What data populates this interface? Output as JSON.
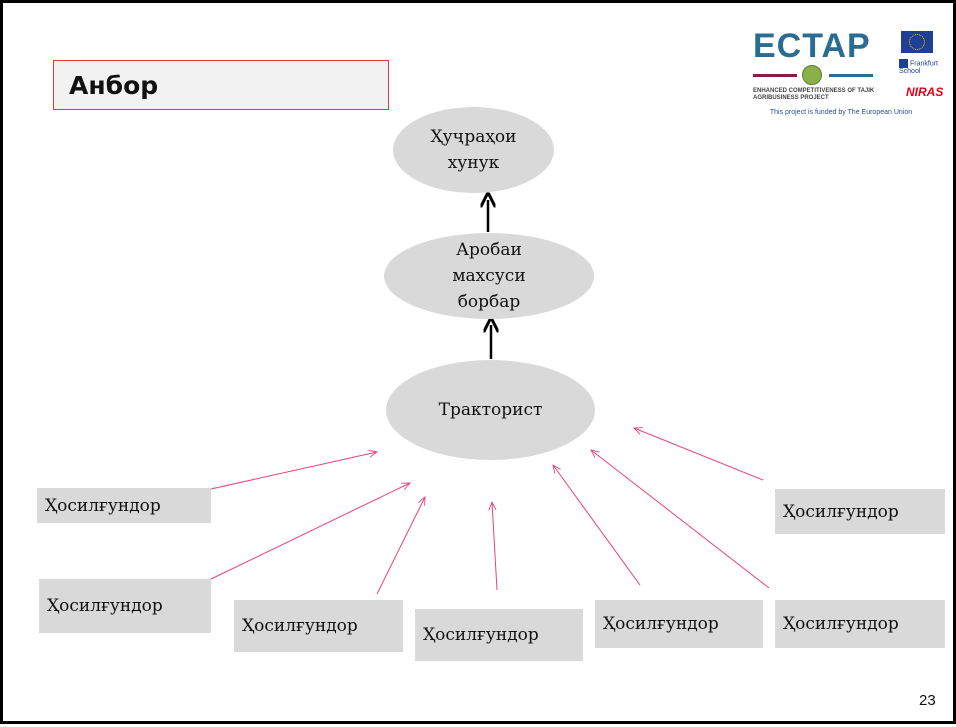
{
  "slide": {
    "title": "Анбор",
    "page_number": "23"
  },
  "logo": {
    "brand": "ECTAP",
    "subtitle": "ENHANCED COMPETITIVENESS OF TAJIK AGRIBUSINESS PROJECT",
    "partner_1": "Frankfurt School",
    "partner_2": "NIRAS",
    "funding_note": "This project is funded by The European Union"
  },
  "diagram": {
    "top_node": "Ҳуҷраҳои\nхунук",
    "middle_node": "Аробаи\nмахсуси\nборбар",
    "center_node": "Тракторист",
    "farmers": [
      "Ҳосилғундор",
      "Ҳосилғундор",
      "Ҳосилғундор",
      "Ҳосилғундор",
      "Ҳосилғундор",
      "Ҳосилғундор",
      "Ҳосилғундор"
    ]
  },
  "colors": {
    "title_border": "#e03a3e",
    "node_fill": "#d9d9d9",
    "connector_pink": "#e8437a",
    "arrow_black": "#000000"
  }
}
